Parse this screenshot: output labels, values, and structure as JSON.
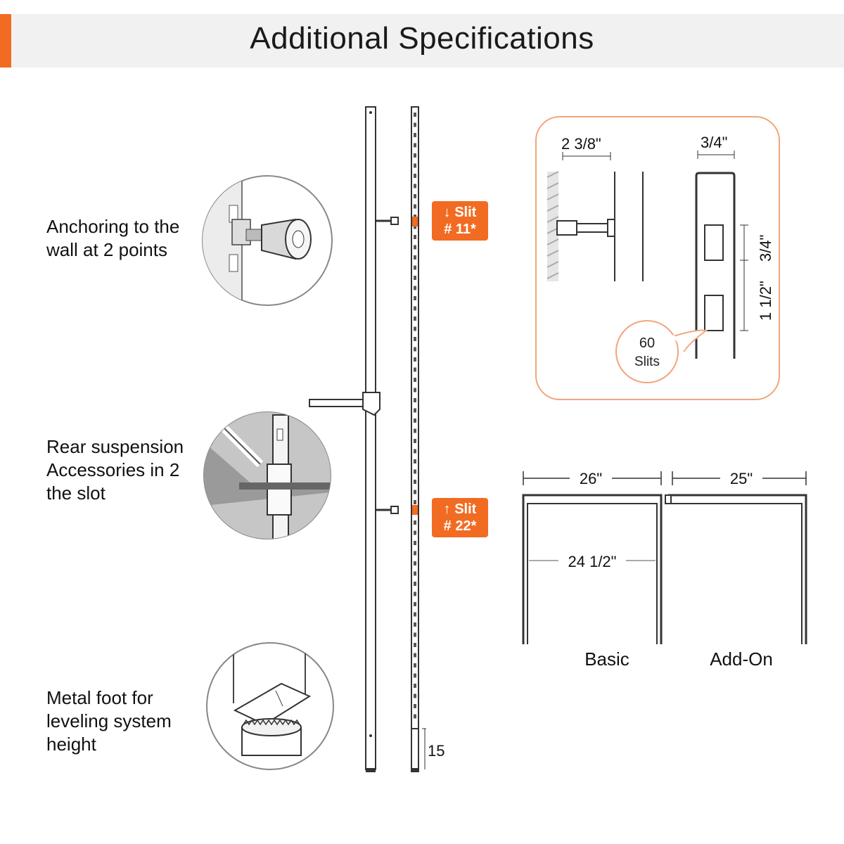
{
  "header": {
    "title": "Additional Specifications",
    "accent_color": "#f26b22",
    "band_color": "#f1f1f1"
  },
  "features": [
    {
      "lines": [
        "Anchoring to the",
        "wall at 2 points"
      ],
      "icon": "wall-anchor-icon"
    },
    {
      "lines": [
        "Rear suspension",
        "Accessories in 2",
        "the slot"
      ],
      "icon": "rear-suspension-icon"
    },
    {
      "lines": [
        "Metal foot for",
        "leveling system",
        "height"
      ],
      "icon": "leveling-foot-icon"
    }
  ],
  "slits": [
    {
      "arrow": "↓",
      "line1": "Slit",
      "line2": "# 11*"
    },
    {
      "arrow": "↑",
      "line1": "Slit",
      "line2": "# 22*"
    }
  ],
  "rail": {
    "foot_label": "15"
  },
  "detail": {
    "depth_label": "2 3/8\"",
    "width_label": "3/4\"",
    "slot_height_label": "3/4\"",
    "slot_spacing_label": "1 1/2\"",
    "callout_number": "60",
    "callout_text": "Slits"
  },
  "frames": {
    "basic": {
      "width_label": "26\"",
      "inner_label": "24 1/2\"",
      "name": "Basic"
    },
    "addon": {
      "width_label": "25\"",
      "name": "Add-On"
    }
  }
}
